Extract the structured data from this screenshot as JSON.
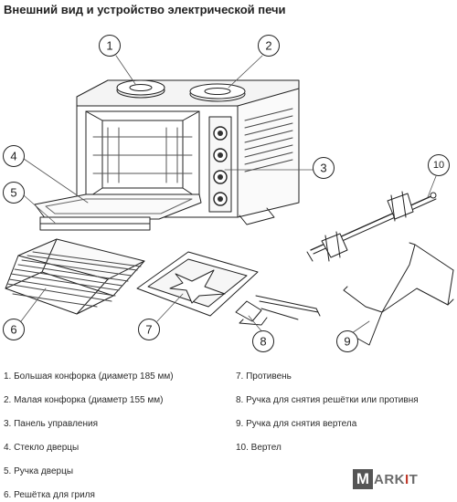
{
  "title": "Внешний вид и устройство электрической печи",
  "callouts": [
    "1",
    "2",
    "3",
    "4",
    "5",
    "6",
    "7",
    "8",
    "9",
    "10"
  ],
  "legend": [
    "1. Большая конфорка (диаметр 185 мм)",
    "2. Малая конфорка (диаметр 155 мм)",
    "3. Панель управления",
    "4. Стекло дверцы",
    "5. Ручка дверцы",
    "6. Решётка для гриля",
    "7. Противень",
    "8. Ручка для снятия решётки или противня",
    "9. Ручка для снятия вертела",
    "10. Вертел"
  ],
  "logo": {
    "first": "M",
    "middle": "ARK",
    "accent": "I",
    "last": "T"
  }
}
